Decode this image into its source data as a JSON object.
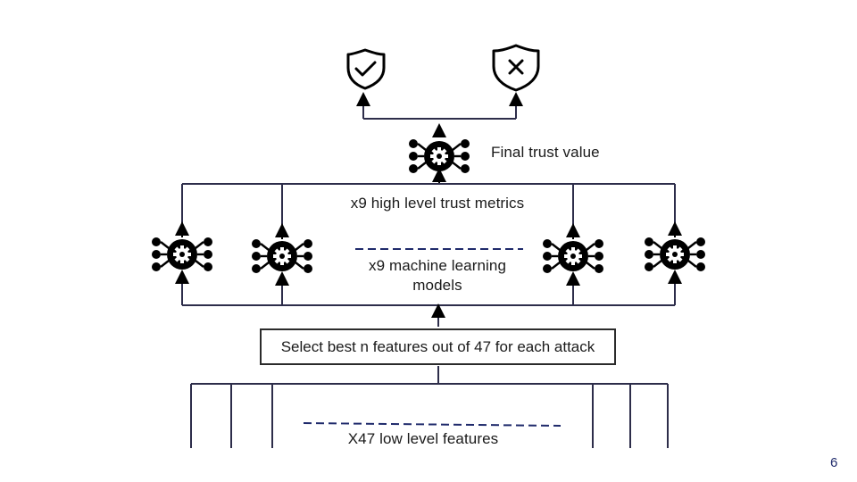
{
  "diagram": {
    "final_trust_label": "Final trust value",
    "high_level_label": "x9 high level trust metrics",
    "ml_models_label": "x9 machine learning\nmodels",
    "select_box_label": "Select best n features out of 47 for each attack",
    "low_level_label": "X47 low level features",
    "icons": [
      "shield-check-icon",
      "shield-x-icon",
      "neural-network-gear-icon"
    ]
  },
  "page_number": "6",
  "colors": {
    "line": "#2d2d4a",
    "dashed": "#1f2a6b",
    "icon": "#000000"
  }
}
